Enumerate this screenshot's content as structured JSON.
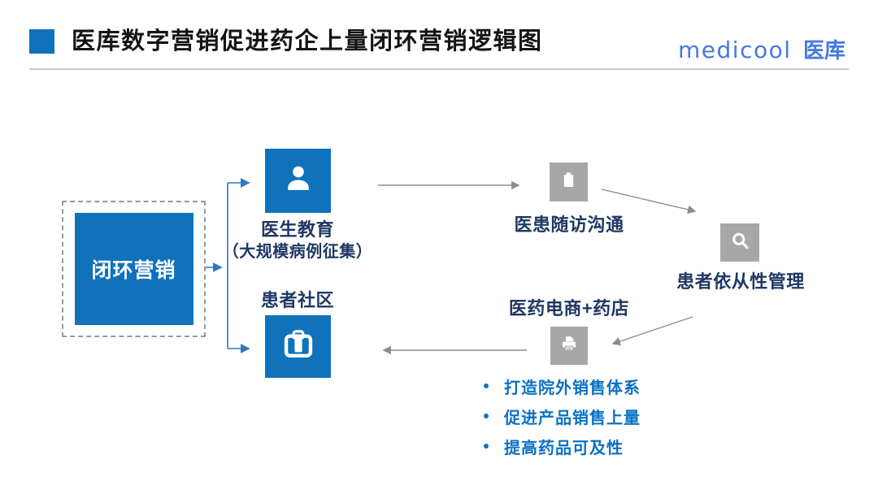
{
  "header": {
    "title": "医库数字营销促进药企上量闭环营销逻辑图",
    "logo_text": "medicool",
    "logo_suffix": "医库"
  },
  "colors": {
    "primary_blue": "#0F72BA",
    "gray_node": "#A7A7A7",
    "label_navy": "#1F3864",
    "bullet_blue": "#0A71C5",
    "logo_blue": "#4678E2",
    "arrow_blue": "#2E78C2",
    "arrow_gray": "#8C8C8C",
    "divider_gray": "#C9C9C9"
  },
  "diagram": {
    "source_label": "闭环营销",
    "doctor_education": {
      "label": "医生教育",
      "sublabel": "（大规模病例征集）",
      "icon": "person-icon"
    },
    "patient_community": {
      "label": "患者社区",
      "icon": "briefcase-icon"
    },
    "followup": {
      "label": "医患随访沟通",
      "icon": "clipboard-icon"
    },
    "compliance": {
      "label": "患者依从性管理",
      "icon": "search-icon"
    },
    "ecommerce": {
      "label": "医药电商+药店",
      "icon": "printer-icon"
    },
    "outcomes": [
      "打造院外销售体系",
      "促进产品销售上量",
      "提高药品可及性"
    ]
  }
}
